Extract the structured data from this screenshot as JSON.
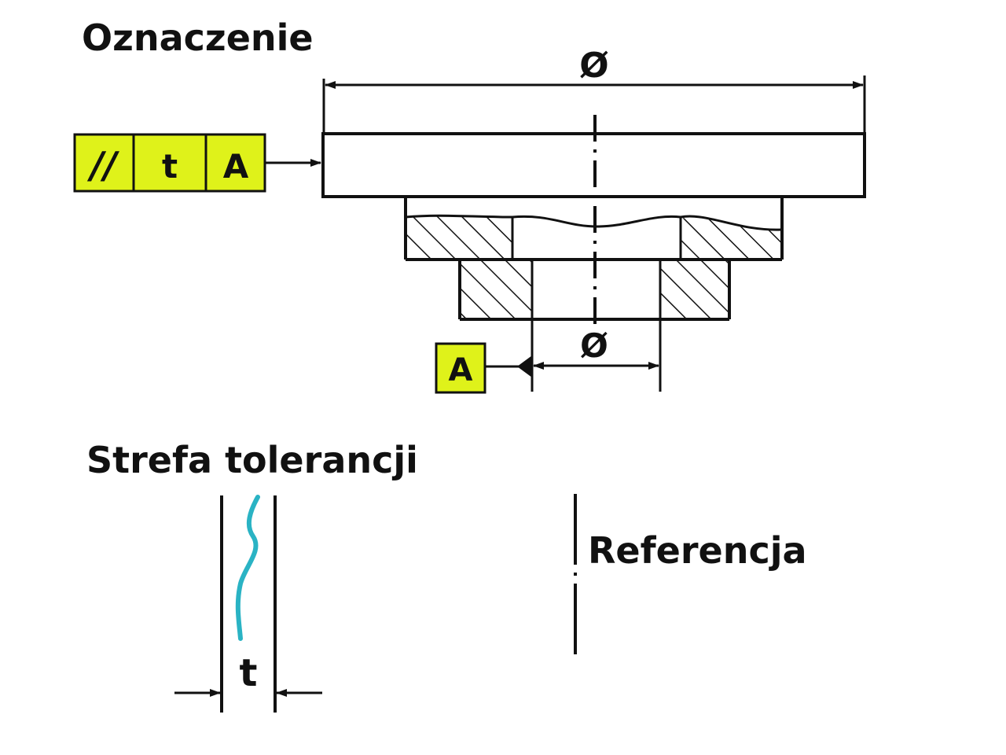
{
  "headings": {
    "marking": "Oznaczenie",
    "tolerance_zone": "Strefa tolerancji",
    "reference": "Referencja"
  },
  "feature_control_frame": {
    "symbol": "//",
    "tolerance": "t",
    "datum": "A"
  },
  "datum_label": "A",
  "dimensions": {
    "top_diameter": "Ø",
    "bore_diameter": "Ø",
    "zone_width": "t"
  },
  "colors": {
    "frame_fill": "#dff21a",
    "line": "#111111",
    "surface_curve": "#2ab3c4"
  }
}
